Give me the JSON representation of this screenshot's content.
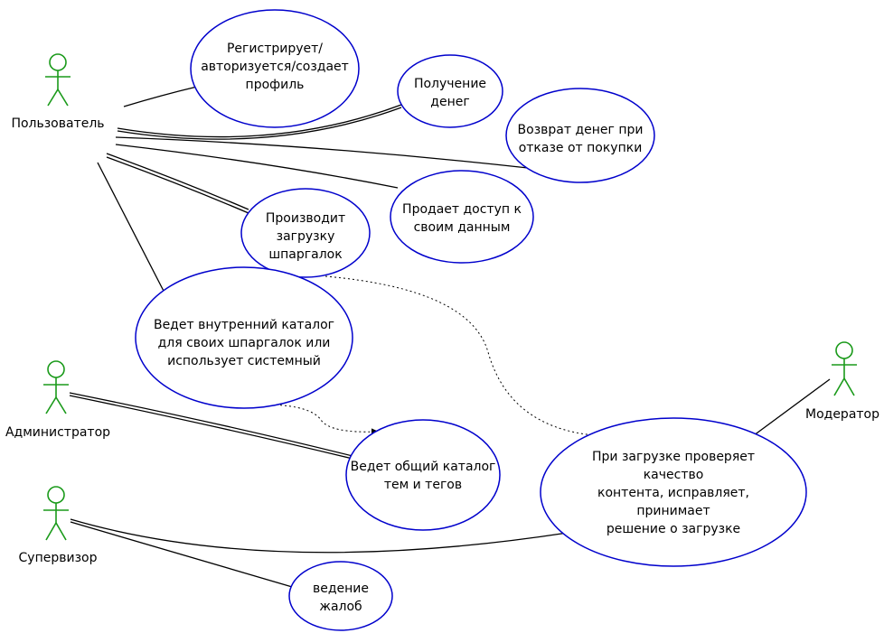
{
  "actors": {
    "user": "Пользователь",
    "admin": "Администратор",
    "supervisor": "Супервизор",
    "moderator": "Модератор"
  },
  "use_cases": {
    "register": "Регистрирует/\nавторизуется/создает\nпрофиль",
    "money": "Получение\nденег",
    "refund": "Возврат денег при\nотказе от покупки",
    "sell": "Продает доступ к\nсвоим данным",
    "upload": "Производит\nзагрузку\nшпаргалок",
    "catalog": "Ведет внутренний каталог\nдля своих шпаргалок или\nиспользует системный",
    "common_catalog": "Ведет общий каталог\nтем и тегов",
    "moderate": "При загрузке проверяет качество\nконтента, исправляет, принимает\nрешение о загрузке",
    "complaints": "ведение\nжалоб"
  },
  "colors": {
    "actor": "#1a9a1a",
    "ellipse_stroke": "#0000cc",
    "line": "#000000"
  }
}
